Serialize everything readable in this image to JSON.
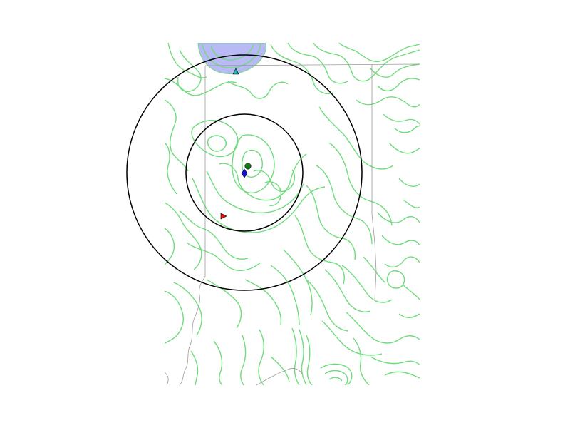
{
  "map": {
    "colors": {
      "background": "#ffffff",
      "contour": "#6fdc7c",
      "boundary": "#9a9a9a",
      "range_ring": "#000000",
      "water_fill": "#b9b9f6",
      "water_edge": "#6fdc7c"
    },
    "range_rings": {
      "count": 2,
      "style": "solid black circles, concentric"
    },
    "markers": [
      {
        "name": "cyan-triangle",
        "shape": "triangle-up",
        "color": "#1fb8b8"
      },
      {
        "name": "green-circle",
        "shape": "circle",
        "color": "#137a13"
      },
      {
        "name": "blue-diamond",
        "shape": "diamond",
        "color": "#1010d8"
      },
      {
        "name": "red-triangle",
        "shape": "triangle-right",
        "color": "#e01414"
      }
    ],
    "labels": []
  }
}
